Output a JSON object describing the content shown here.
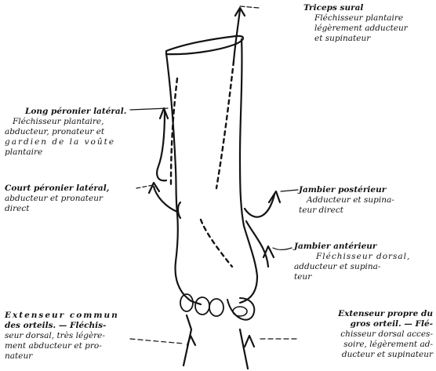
{
  "labels": {
    "triceps": {
      "title": "Triceps sural",
      "lines": [
        "Fléchisseur plantaire",
        "légèrement adducteur",
        "et supinateur"
      ]
    },
    "long_peronier": {
      "title": "Long péronier latéral.",
      "lines": [
        "Fléchisseur plantaire,",
        "abducteur, pronateur et",
        "gardien de la voûte",
        "plantaire"
      ]
    },
    "court_peronier": {
      "title": "Court péronier latéral,",
      "lines": [
        "abducteur et pronateur",
        "direct"
      ]
    },
    "jambier_posterieur": {
      "title": "Jambier postérieur",
      "lines": [
        "Adducteur et supina-",
        "teur direct"
      ]
    },
    "jambier_anterieur": {
      "title": "Jambier antérieur",
      "lines": [
        "Fléchisseur dorsal,",
        "adducteur et supina-",
        "teur"
      ]
    },
    "extenseur_commun": {
      "title": "Extenseur commun",
      "lines": [
        "des orteils. — Fléchis-",
        "seur dorsal, très légère-",
        "ment abducteur et pro-",
        "nateur"
      ]
    },
    "extenseur_propre": {
      "title": "Extenseur propre du",
      "lines": [
        "gros orteil. — Flé-",
        "chisseur dorsal acces-",
        "soire, légèrement ad-",
        "ducteur et supinateur"
      ]
    }
  }
}
